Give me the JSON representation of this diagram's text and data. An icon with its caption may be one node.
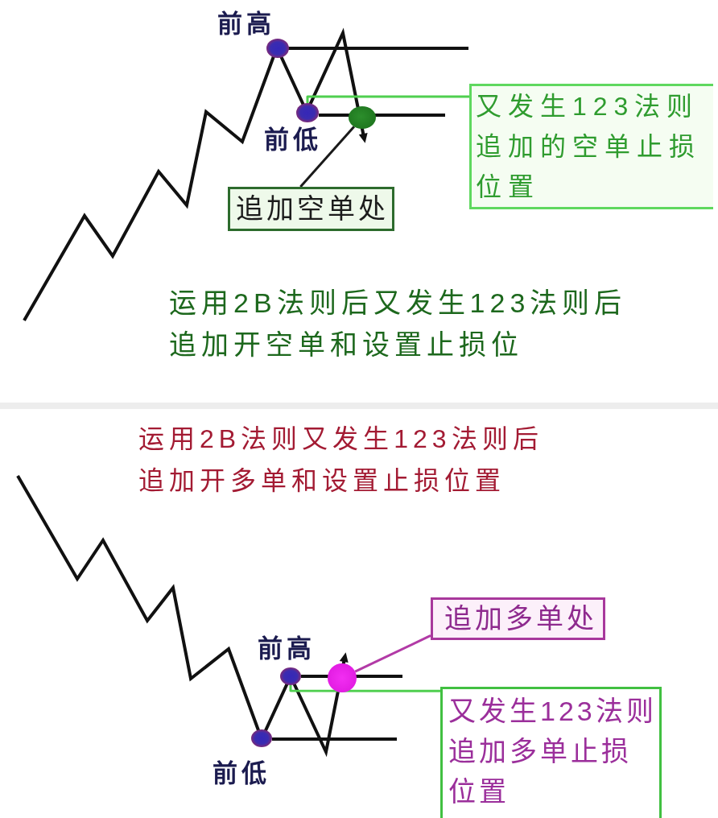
{
  "diagram": {
    "nodes": [
      {
        "text": [],
        "shape": "circle",
        "beside": [
          "前高"
        ]
      },
      {
        "text": [
          "又发生123法则追加的空单止损位置"
        ]
      },
      {
        "text": [],
        "shape": "circle",
        "beside": [
          "前低"
        ]
      },
      {
        "text": [],
        "shape": "circle"
      },
      {
        "text": [
          "追加空单处"
        ]
      },
      {
        "text": [
          "追加多单处"
        ]
      },
      {
        "text": [],
        "shape": "circle",
        "beside": [
          "前高"
        ]
      },
      {
        "text": [],
        "shape": "circle"
      },
      {
        "text": [
          "又发生123法则追加多单止损位置"
        ]
      },
      {
        "text": [],
        "shape": "circle",
        "beside": [
          "前低"
        ]
      }
    ],
    "edges": [
      {
        "from": 4,
        "to": 3,
        "arrow": "none",
        "color": "#1a1a1a"
      },
      {
        "from": 1,
        "to": 2,
        "arrow": "none",
        "color": "#4fcf4f"
      },
      {
        "from": 5,
        "to": 7,
        "arrow": "none",
        "color": "#b23aa6"
      },
      {
        "from": 8,
        "to": 6,
        "arrow": "none",
        "color": "#4fcf4f"
      }
    ],
    "labels": [
      "运用2B法则后又发生123法则后追加开空单和设置止损位",
      "运用2B法则又发生123法则后追加开多单和设置止损位置"
    ]
  }
}
